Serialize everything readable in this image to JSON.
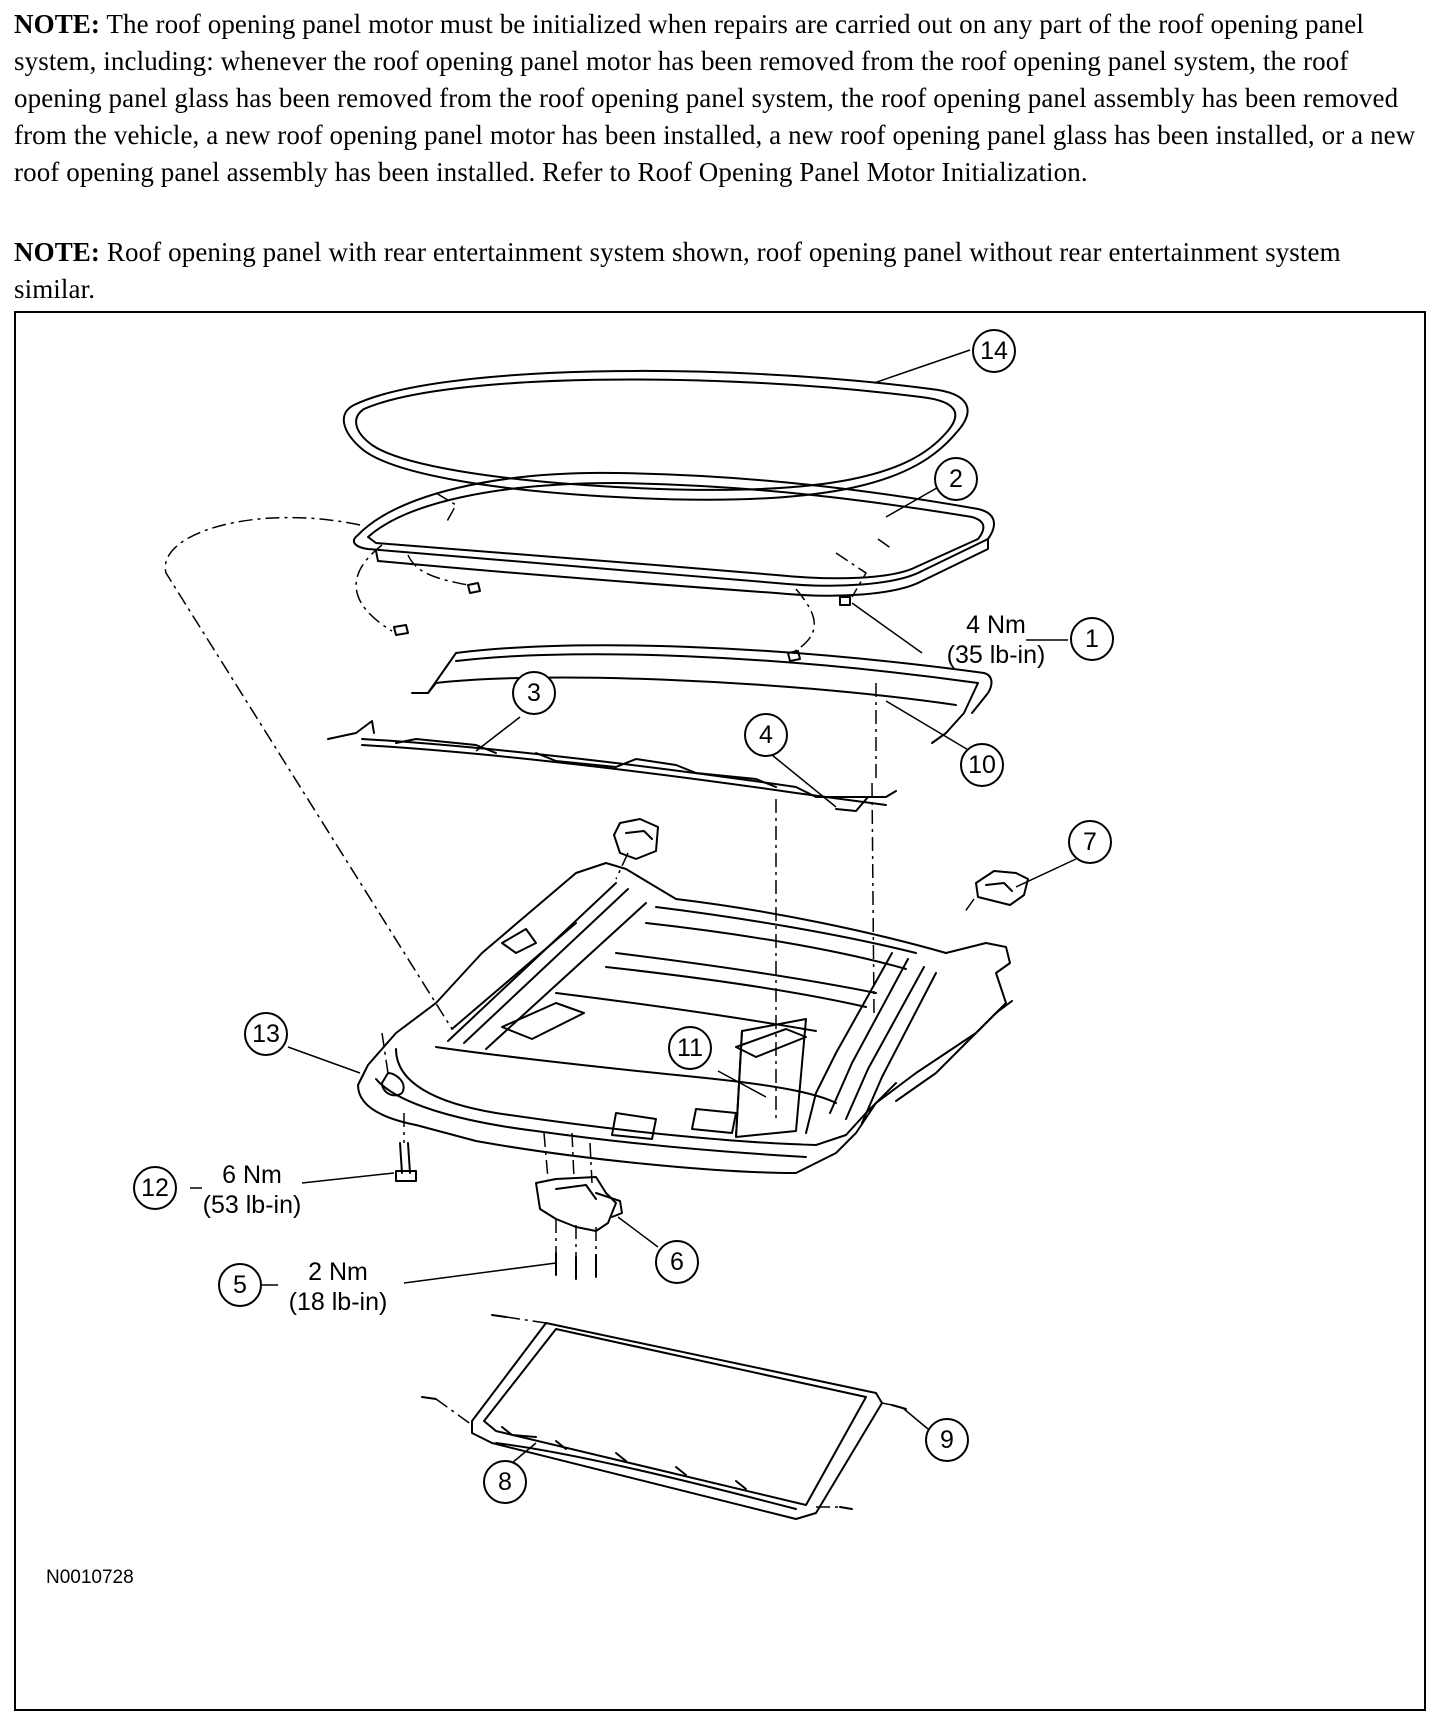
{
  "note1": {
    "label": "NOTE:",
    "text": " The roof opening panel motor must be initialized when repairs are carried out on any part of the roof opening panel system, including: whenever the roof opening panel motor has been removed from the roof opening panel system, the roof opening  panel glass has been removed from the roof opening panel system, the roof opening panel assembly has been removed from the vehicle, a new roof opening panel motor has been installed, a new roof opening panel glass has been installed, or a new roof  opening panel assembly has been installed. Refer to Roof Opening Panel Motor Initialization."
  },
  "note2": {
    "label": "NOTE:",
    "text": " Roof opening panel with rear entertainment system shown, roof opening panel without rear entertainment system similar."
  },
  "figure": {
    "id": "N0010728",
    "callouts": {
      "c1": "1",
      "c2": "2",
      "c3": "3",
      "c4": "4",
      "c5": "5",
      "c6": "6",
      "c7": "7",
      "c8": "8",
      "c9": "9",
      "c10": "10",
      "c11": "11",
      "c12": "12",
      "c13": "13",
      "c14": "14"
    },
    "torques": {
      "t1_nm": "4 Nm",
      "t1_lb": "(35 lb-in)",
      "t12_nm": "6 Nm",
      "t12_lb": "(53 lb-in)",
      "t5_nm": "2 Nm",
      "t5_lb": "(18 lb-in)"
    }
  }
}
